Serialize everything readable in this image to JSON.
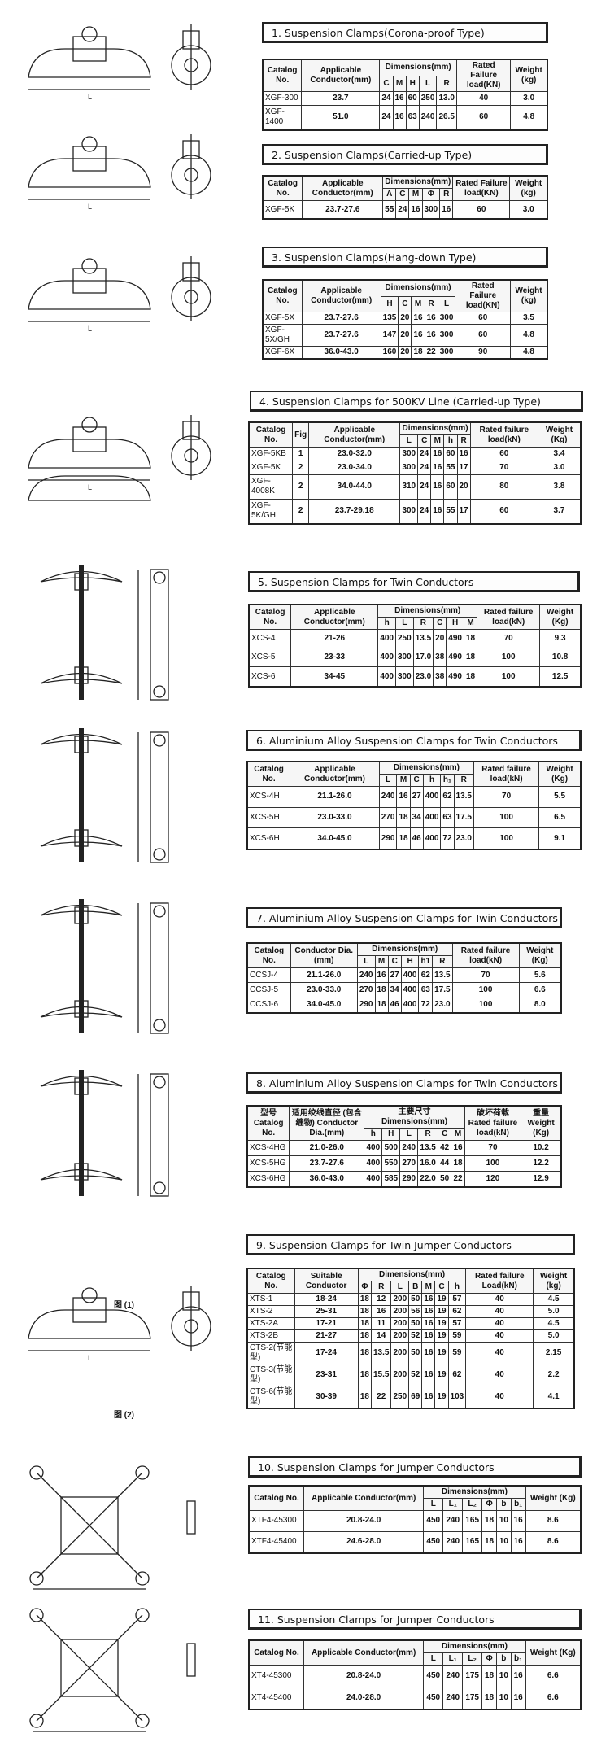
{
  "sections": [
    {
      "title": "1. Suspension Clamps(Corona-proof Type)",
      "pre": [
        "Catalog No.",
        "Applicable Conductor(mm)"
      ],
      "dim_label": "Dimensions(mm)",
      "dims": [
        "C",
        "M",
        "H",
        "L",
        "R"
      ],
      "post": [
        "Rated Failure load(KN)",
        "Weight (kg)"
      ],
      "rows": [
        [
          "XGF-300",
          "23.7",
          "24",
          "16",
          "60",
          "250",
          "13.0",
          "40",
          "3.0"
        ],
        [
          "XGF-1400",
          "51.0",
          "24",
          "16",
          "63",
          "240",
          "26.5",
          "60",
          "4.8"
        ]
      ]
    },
    {
      "title": "2. Suspension Clamps(Carried-up Type)",
      "pre": [
        "Catalog No.",
        "Applicable Conductor(mm)"
      ],
      "dim_label": "Dimensions(mm)",
      "dims": [
        "A",
        "C",
        "M",
        "Φ",
        "R"
      ],
      "post": [
        "Rated Failure load(KN)",
        "Weight (kg)"
      ],
      "rows": [
        [
          "XGF-5K",
          "23.7-27.6",
          "55",
          "24",
          "16",
          "300",
          "16",
          "60",
          "3.0"
        ]
      ]
    },
    {
      "title": "3. Suspension Clamps(Hang-down Type)",
      "pre": [
        "Catalog No.",
        "Applicable Conductor(mm)"
      ],
      "dim_label": "Dimensions(mm)",
      "dims": [
        "H",
        "C",
        "M",
        "R",
        "L"
      ],
      "post": [
        "Rated Failure load(KN)",
        "Weight (kg)"
      ],
      "rows": [
        [
          "XGF-5X",
          "23.7-27.6",
          "135",
          "20",
          "16",
          "16",
          "300",
          "60",
          "3.5"
        ],
        [
          "XGF-5X/GH",
          "23.7-27.6",
          "147",
          "20",
          "16",
          "16",
          "300",
          "60",
          "4.8"
        ],
        [
          "XGF-6X",
          "36.0-43.0",
          "160",
          "20",
          "18",
          "22",
          "300",
          "90",
          "4.8"
        ]
      ]
    },
    {
      "title": "4. Suspension Clamps for 500KV Line (Carried-up Type)",
      "pre": [
        "Catalog No.",
        "Fig",
        "Applicable Conductor(mm)"
      ],
      "dim_label": "Dimensions(mm)",
      "dims": [
        "L",
        "C",
        "M",
        "h",
        "R"
      ],
      "post": [
        "Rated failure load(kN)",
        "Weight (Kg)"
      ],
      "rows": [
        [
          "XGF-5KB",
          "1",
          "23.0-32.0",
          "300",
          "24",
          "16",
          "60",
          "16",
          "60",
          "3.4"
        ],
        [
          "XGF-5K",
          "2",
          "23.0-34.0",
          "300",
          "24",
          "16",
          "55",
          "17",
          "70",
          "3.0"
        ],
        [
          "XGF-4008K",
          "2",
          "34.0-44.0",
          "310",
          "24",
          "16",
          "60",
          "20",
          "80",
          "3.8"
        ],
        [
          "XGF-5K/GH",
          "2",
          "23.7-29.18",
          "300",
          "24",
          "16",
          "55",
          "17",
          "60",
          "3.7"
        ]
      ]
    },
    {
      "title": "5. Suspension Clamps for Twin Conductors",
      "pre": [
        "Catalog No.",
        "Applicable Conductor(mm)"
      ],
      "dim_label": "Dimensions(mm)",
      "dims": [
        "h",
        "L",
        "R",
        "C",
        "H",
        "M"
      ],
      "post": [
        "Rated failure load(kN)",
        "Weight (Kg)"
      ],
      "rows": [
        [
          "XCS-4",
          "21-26",
          "400",
          "250",
          "13.5",
          "20",
          "490",
          "18",
          "70",
          "9.3"
        ],
        [
          "XCS-5",
          "23-33",
          "400",
          "300",
          "17.0",
          "38",
          "490",
          "18",
          "100",
          "10.8"
        ],
        [
          "XCS-6",
          "34-45",
          "400",
          "300",
          "23.0",
          "38",
          "490",
          "18",
          "100",
          "12.5"
        ]
      ]
    },
    {
      "title": "6. Aluminium Alloy Suspension Clamps for Twin Conductors",
      "pre": [
        "Catalog No.",
        "Applicable Conductor(mm)"
      ],
      "dim_label": "Dimensions(mm)",
      "dims": [
        "L",
        "M",
        "C",
        "h",
        "h₁",
        "R"
      ],
      "post": [
        "Rated failure load(kN)",
        "Weight (Kg)"
      ],
      "rows": [
        [
          "XCS-4H",
          "21.1-26.0",
          "240",
          "16",
          "27",
          "400",
          "62",
          "13.5",
          "70",
          "5.5"
        ],
        [
          "XCS-5H",
          "23.0-33.0",
          "270",
          "18",
          "34",
          "400",
          "63",
          "17.5",
          "100",
          "6.5"
        ],
        [
          "XCS-6H",
          "34.0-45.0",
          "290",
          "18",
          "46",
          "400",
          "72",
          "23.0",
          "100",
          "9.1"
        ]
      ]
    },
    {
      "title": "7. Aluminium Alloy Suspension Clamps for Twin Conductors",
      "pre": [
        "Catalog No.",
        "Conductor Dia.(mm)"
      ],
      "dim_label": "Dimensions(mm)",
      "dims": [
        "L",
        "M",
        "C",
        "H",
        "h1",
        "R"
      ],
      "post": [
        "Rated failure load(kN)",
        "Weight (Kg)"
      ],
      "rows": [
        [
          "CCSJ-4",
          "21.1-26.0",
          "240",
          "16",
          "27",
          "400",
          "62",
          "13.5",
          "70",
          "5.6"
        ],
        [
          "CCSJ-5",
          "23.0-33.0",
          "270",
          "18",
          "34",
          "400",
          "63",
          "17.5",
          "100",
          "6.6"
        ],
        [
          "CCSJ-6",
          "34.0-45.0",
          "290",
          "18",
          "46",
          "400",
          "72",
          "23.0",
          "100",
          "8.0"
        ]
      ]
    },
    {
      "title": "8. Aluminium Alloy Suspension Clamps for Twin Conductors",
      "pre": [
        "型号 Catalog No.",
        "适用绞线直径 (包含缠物) Conductor Dia.(mm)"
      ],
      "dim_label": "主要尺寸 Dimensions(mm)",
      "dims": [
        "h",
        "H",
        "L",
        "R",
        "C",
        "M"
      ],
      "post": [
        "破坏荷载 Rated failure load(kN)",
        "重量 Weight (Kg)"
      ],
      "rows": [
        [
          "XCS-4HG",
          "21.0-26.0",
          "400",
          "500",
          "240",
          "13.5",
          "42",
          "16",
          "70",
          "10.2"
        ],
        [
          "XCS-5HG",
          "23.7-27.6",
          "400",
          "550",
          "270",
          "16.0",
          "44",
          "18",
          "100",
          "12.2"
        ],
        [
          "XCS-6HG",
          "36.0-43.0",
          "400",
          "585",
          "290",
          "22.0",
          "50",
          "22",
          "120",
          "12.9"
        ]
      ]
    },
    {
      "title": "9. Suspension Clamps for Twin Jumper Conductors",
      "pre": [
        "Catalog No.",
        "Suitable Conductor"
      ],
      "dim_label": "Dimensions(mm)",
      "dims": [
        "Φ",
        "R",
        "L",
        "B",
        "M",
        "C",
        "h"
      ],
      "post": [
        "Rated failure Load(kN)",
        "Weight (kg)"
      ],
      "rows": [
        [
          "XTS-1",
          "18-24",
          "18",
          "12",
          "200",
          "50",
          "16",
          "19",
          "57",
          "40",
          "4.5"
        ],
        [
          "XTS-2",
          "25-31",
          "18",
          "16",
          "200",
          "56",
          "16",
          "19",
          "62",
          "40",
          "5.0"
        ],
        [
          "XTS-2A",
          "17-21",
          "18",
          "11",
          "200",
          "50",
          "16",
          "19",
          "57",
          "40",
          "4.5"
        ],
        [
          "XTS-2B",
          "21-27",
          "18",
          "14",
          "200",
          "52",
          "16",
          "19",
          "59",
          "40",
          "5.0"
        ],
        [
          "CTS-2(节能型)",
          "17-24",
          "18",
          "13.5",
          "200",
          "50",
          "16",
          "19",
          "59",
          "40",
          "2.15"
        ],
        [
          "CTS-3(节能型)",
          "23-31",
          "18",
          "15.5",
          "200",
          "52",
          "16",
          "19",
          "62",
          "40",
          "2.2"
        ],
        [
          "CTS-6(节能型)",
          "30-39",
          "18",
          "22",
          "250",
          "69",
          "16",
          "19",
          "103",
          "40",
          "4.1"
        ]
      ],
      "fig_labels": [
        "图 (1)",
        "图 (2)"
      ]
    },
    {
      "title": "10. Suspension Clamps for Jumper Conductors",
      "pre": [
        "Catalog No.",
        "Applicable Conductor(mm)"
      ],
      "dim_label": "Dimensions(mm)",
      "dims": [
        "L",
        "L₁",
        "L₂",
        "Φ",
        "b",
        "b₁"
      ],
      "post": [
        "Weight (Kg)"
      ],
      "rows": [
        [
          "XTF4-45300",
          "20.8-24.0",
          "450",
          "240",
          "165",
          "18",
          "10",
          "16",
          "8.6"
        ],
        [
          "XTF4-45400",
          "24.6-28.0",
          "450",
          "240",
          "165",
          "18",
          "10",
          "16",
          "8.6"
        ]
      ]
    },
    {
      "title": "11. Suspension Clamps for Jumper Conductors",
      "pre": [
        "Catalog No.",
        "Applicable Conductor(mm)"
      ],
      "dim_label": "Dimensions(mm)",
      "dims": [
        "L",
        "L₁",
        "L₂",
        "Φ",
        "b",
        "b₁"
      ],
      "post": [
        "Weight (Kg)"
      ],
      "rows": [
        [
          "XT4-45300",
          "20.8-24.0",
          "450",
          "240",
          "175",
          "18",
          "10",
          "16",
          "6.6"
        ],
        [
          "XT4-45400",
          "24.0-28.0",
          "450",
          "240",
          "175",
          "18",
          "10",
          "16",
          "6.6"
        ]
      ]
    }
  ]
}
